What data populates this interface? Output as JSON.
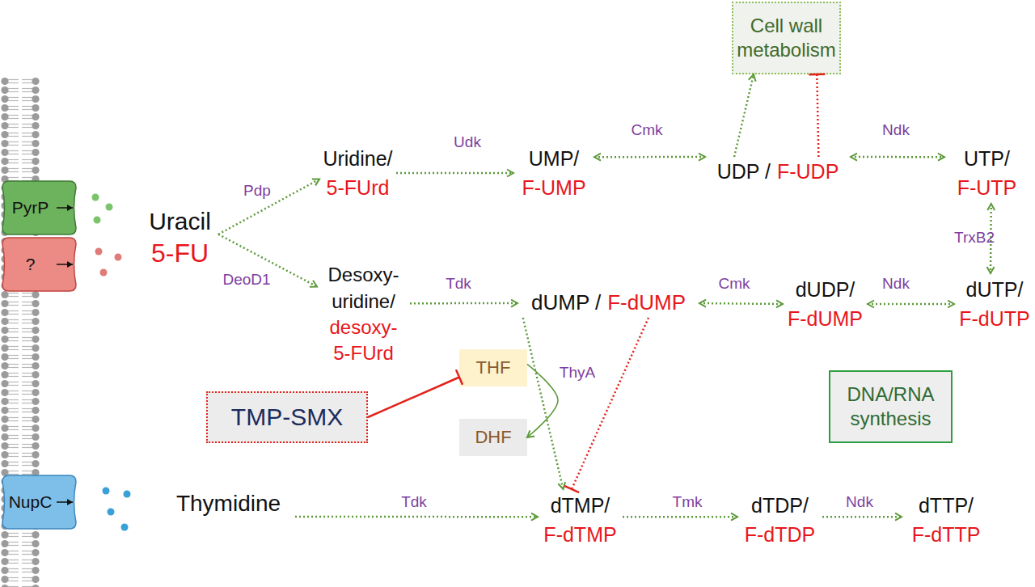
{
  "diagram": {
    "nodes": [
      {
        "text": [
          "PyrP"
        ]
      },
      {
        "text": [
          "?"
        ]
      },
      {
        "text": [
          "NupC"
        ]
      },
      {
        "text": [
          "Uracil",
          "5-FU"
        ]
      },
      {
        "text": [
          "Uridine/",
          "5-FUrd"
        ]
      },
      {
        "text": [
          "UMP/",
          "F-UMP"
        ]
      },
      {
        "text": [
          "UDP /",
          "F-UDP"
        ]
      },
      {
        "text": [
          "UTP/",
          "F-UTP"
        ]
      },
      {
        "text": [
          "Cell wall metabolism"
        ]
      },
      {
        "text": [
          "Desoxy- uridine/",
          "desoxy- 5-FUrd"
        ]
      },
      {
        "text": [
          "dUMP /",
          "F-dUMP"
        ]
      },
      {
        "text": [
          "dUDP/",
          "F-dUMP"
        ]
      },
      {
        "text": [
          "dUTP/",
          "F-dUTP"
        ]
      },
      {
        "text": [
          "THF"
        ]
      },
      {
        "text": [
          "DHF"
        ]
      },
      {
        "text": [
          "TMP-SMX"
        ]
      },
      {
        "text": [
          "DNA/RNA synthesis"
        ]
      },
      {
        "text": [
          "Thymidine"
        ]
      },
      {
        "text": [
          "dTMP/",
          "F-dTMP"
        ]
      },
      {
        "text": [
          "dTDP/",
          "F-dTDP"
        ]
      },
      {
        "text": [
          "dTTP/",
          "F-dTTP"
        ]
      }
    ],
    "edges": [
      {
        "from": 3,
        "to": 4,
        "label": "Pdp",
        "arrow": "to"
      },
      {
        "from": 3,
        "to": 9,
        "label": "DeoD1",
        "arrow": "to"
      },
      {
        "from": 4,
        "to": 5,
        "label": "Udk",
        "arrow": "to"
      },
      {
        "from": 5,
        "to": 6,
        "label": "Cmk",
        "arrow": "both"
      },
      {
        "from": 6,
        "to": 7,
        "label": "Ndk",
        "arrow": "both"
      },
      {
        "from": 6,
        "to": 8,
        "arrow": "to"
      },
      {
        "from": 6,
        "to": 8,
        "arrow": "to"
      },
      {
        "from": 7,
        "to": 12,
        "label": "TrxB2",
        "arrow": "both"
      },
      {
        "from": 9,
        "to": 10,
        "label": "Tdk",
        "arrow": "to"
      },
      {
        "from": 10,
        "to": 11,
        "label": "Cmk",
        "arrow": "both"
      },
      {
        "from": 11,
        "to": 12,
        "label": "Ndk",
        "arrow": "both"
      },
      {
        "from": 13,
        "to": 14,
        "arrow": "to"
      },
      {
        "from": 10,
        "to": 18,
        "label": "ThyA",
        "arrow": "to"
      },
      {
        "from": 10,
        "to": 18,
        "arrow": "to"
      },
      {
        "from": 15,
        "to": 13,
        "arrow": "to"
      },
      {
        "from": 17,
        "to": 18,
        "label": "Tdk",
        "arrow": "to"
      },
      {
        "from": 18,
        "to": 19,
        "label": "Tmk",
        "arrow": "to"
      },
      {
        "from": 19,
        "to": 20,
        "label": "Ndk",
        "arrow": "to"
      }
    ]
  }
}
